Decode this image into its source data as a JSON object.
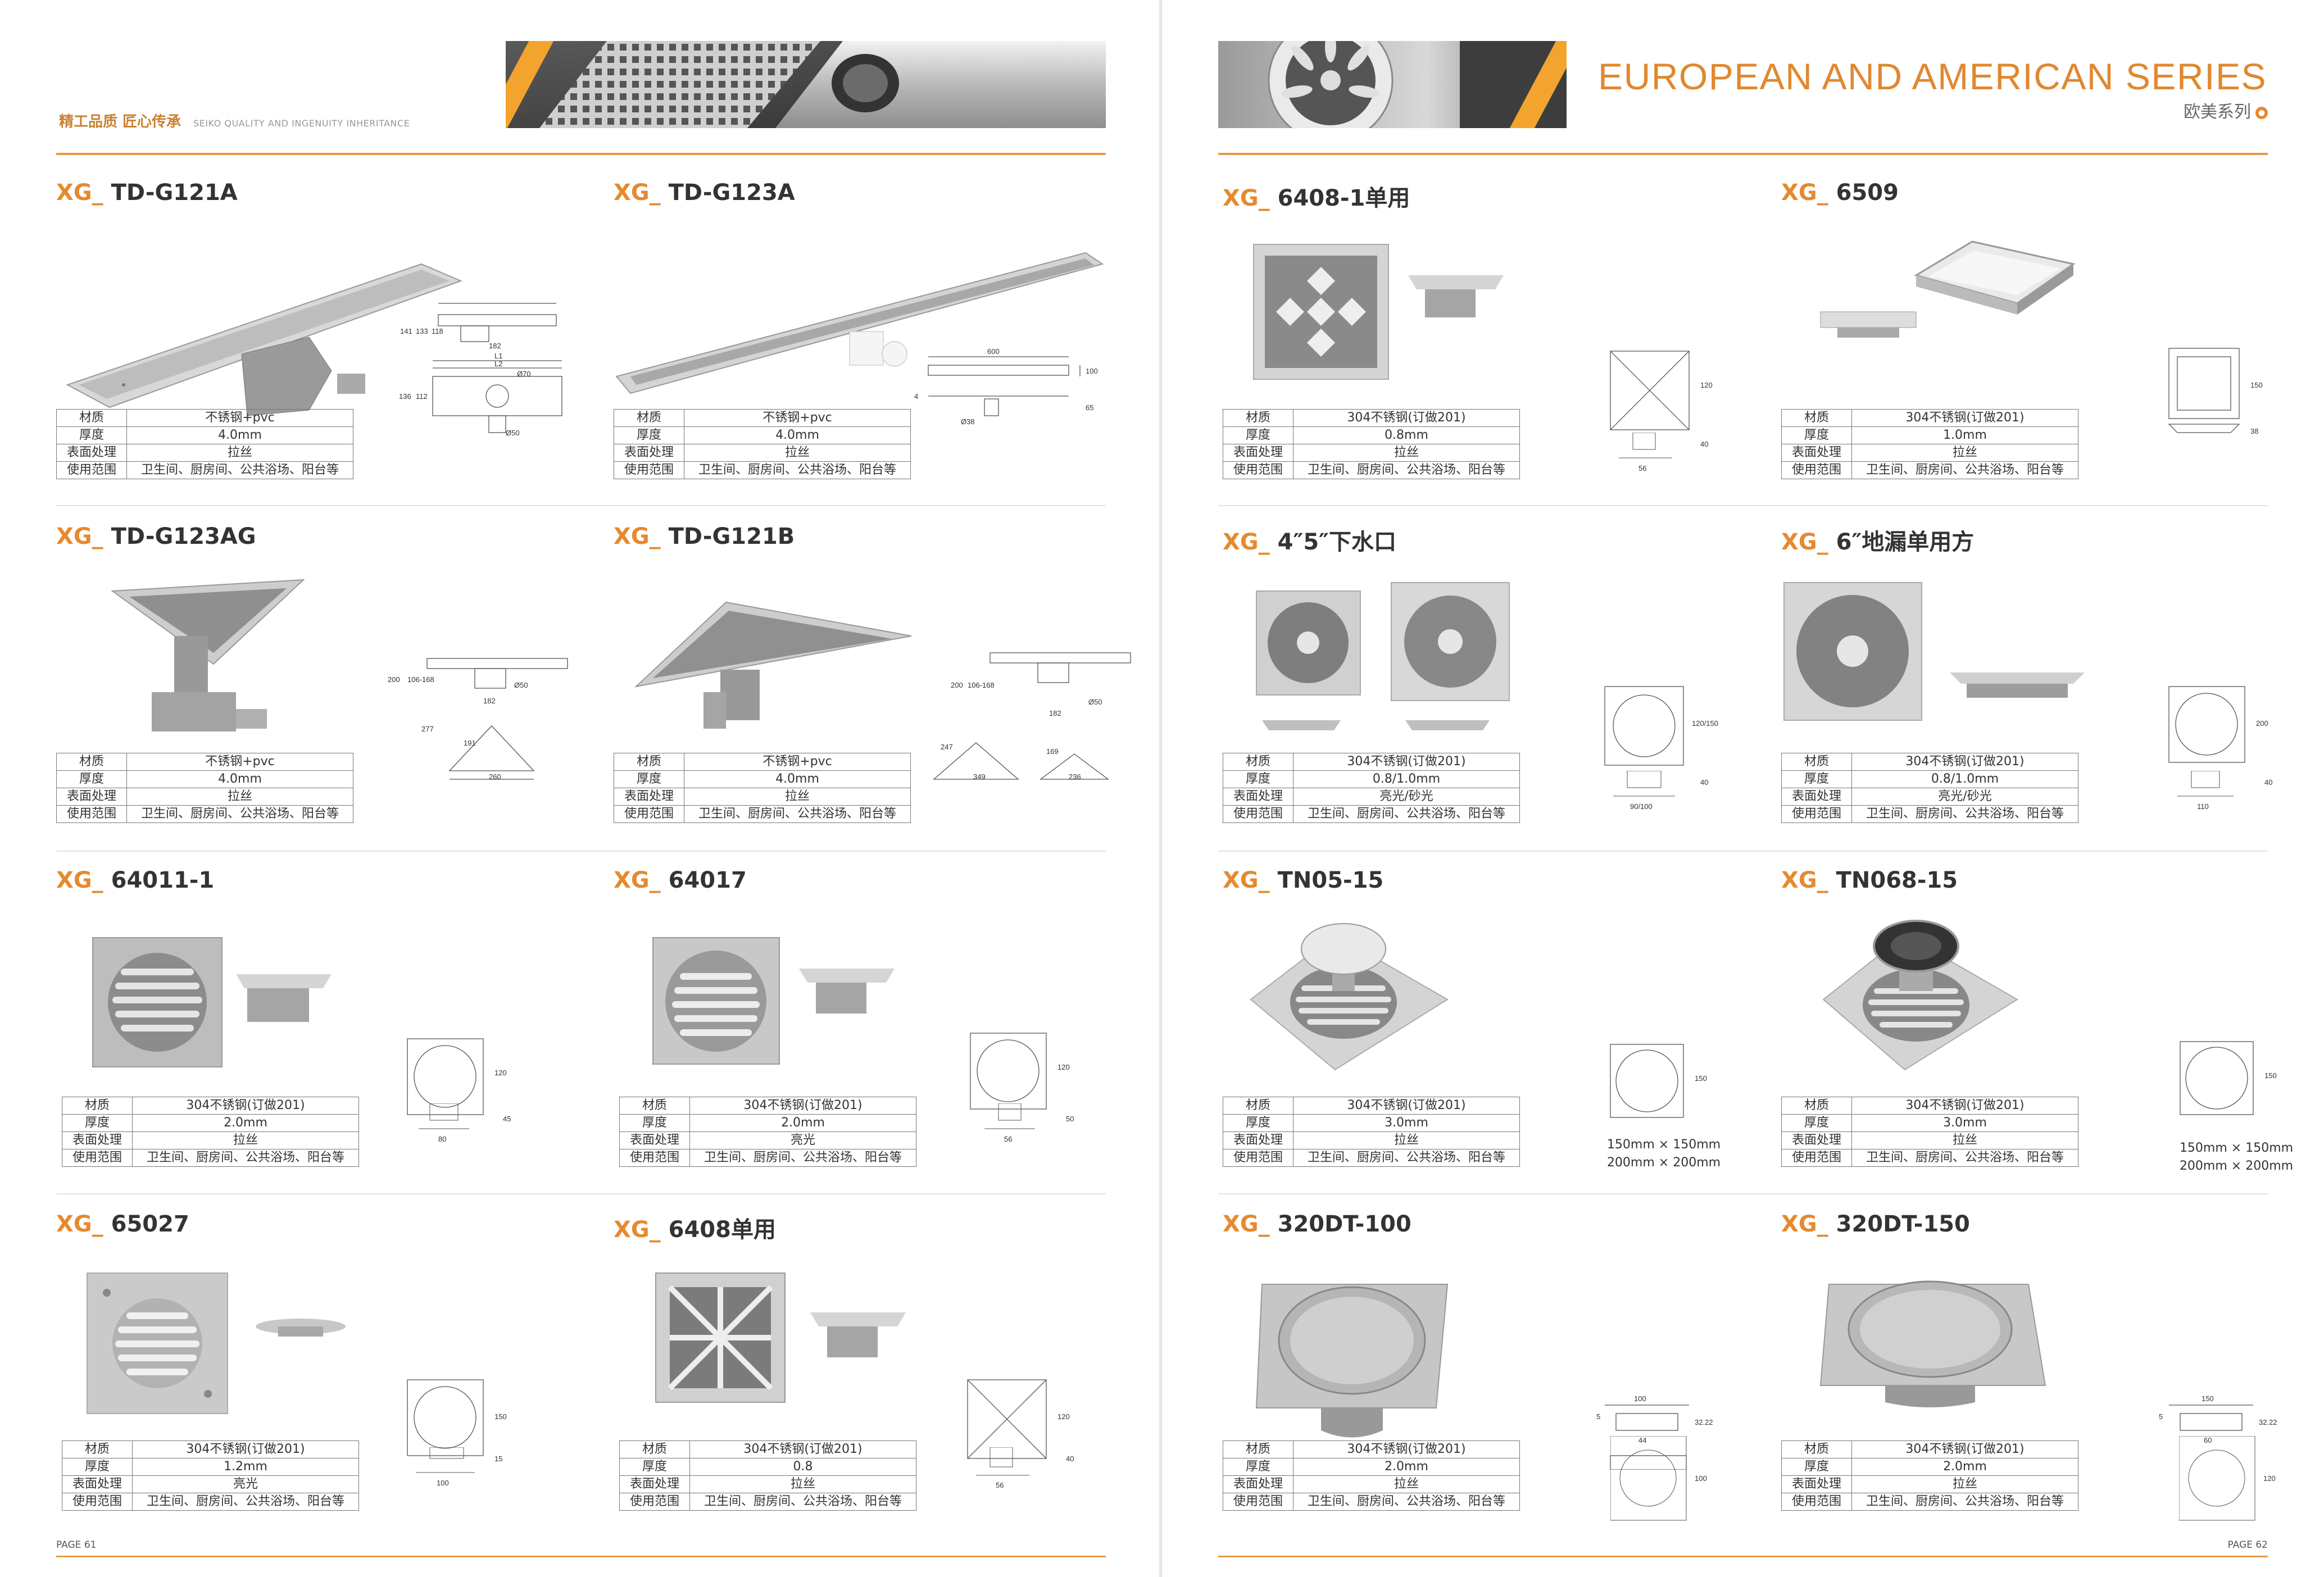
{
  "left_page": {
    "tagline_cn": "精工品质 匠心传承",
    "tagline_en": "SEIKO QUALITY AND INGENUITY INHERITANCE",
    "page_number": "PAGE 61"
  },
  "right_page": {
    "series_title": "EUROPEAN AND AMERICAN SERIES",
    "series_title_cn": "欧美系列",
    "series_dot": "●",
    "page_number": "PAGE 62"
  },
  "spec_labels": {
    "material": "材质",
    "thickness": "厚度",
    "surface": "表面处理",
    "usage": "使用范围"
  },
  "brand_prefix": "XG_",
  "products": [
    {
      "code": "TD-G121A",
      "material": "不锈钢+pvc",
      "thickness": "4.0mm",
      "surface": "拉丝",
      "usage": "卫生间、厨房间、公共浴场、阳台等",
      "dims": [
        "141",
        "133",
        "118",
        "182",
        "L1",
        "L2",
        "Ø70",
        "136",
        "112",
        "Ø50"
      ]
    },
    {
      "code": "TD-G123A",
      "material": "不锈钢+pvc",
      "thickness": "4.0mm",
      "surface": "拉丝",
      "usage": "卫生间、厨房间、公共浴场、阳台等",
      "dims": [
        "600",
        "100",
        "4",
        "65",
        "Ø38"
      ]
    },
    {
      "code": "TD-G123AG",
      "material": "不锈钢+pvc",
      "thickness": "4.0mm",
      "surface": "拉丝",
      "usage": "卫生间、厨房间、公共浴场、阳台等",
      "dims": [
        "200",
        "106-168",
        "Ø50",
        "182",
        "277",
        "191",
        "260"
      ]
    },
    {
      "code": "TD-G121B",
      "material": "不锈钢+pvc",
      "thickness": "4.0mm",
      "surface": "拉丝",
      "usage": "卫生间、厨房间、公共浴场、阳台等",
      "dims": [
        "200",
        "106-168",
        "Ø50",
        "182",
        "247",
        "349",
        "169",
        "236"
      ]
    },
    {
      "code": "64011-1",
      "material": "304不锈钢(订做201)",
      "thickness": "2.0mm",
      "surface": "拉丝",
      "usage": "卫生间、厨房间、公共浴场、阳台等",
      "dims": [
        "120",
        "45",
        "80"
      ]
    },
    {
      "code": "64017",
      "material": "304不锈钢(订做201)",
      "thickness": "2.0mm",
      "surface": "亮光",
      "usage": "卫生间、厨房间、公共浴场、阳台等",
      "dims": [
        "120",
        "50",
        "56"
      ]
    },
    {
      "code": "65027",
      "material": "304不锈钢(订做201)",
      "thickness": "1.2mm",
      "surface": "亮光",
      "usage": "卫生间、厨房间、公共浴场、阳台等",
      "dims": [
        "150",
        "15",
        "100"
      ]
    },
    {
      "code": "6408单用",
      "material": "304不锈钢(订做201)",
      "thickness": "0.8",
      "surface": "拉丝",
      "usage": "卫生间、厨房间、公共浴场、阳台等",
      "dims": [
        "120",
        "40",
        "56"
      ]
    },
    {
      "code": "6408-1单用",
      "material": "304不锈钢(订做201)",
      "thickness": "0.8mm",
      "surface": "拉丝",
      "usage": "卫生间、厨房间、公共浴场、阳台等",
      "dims": [
        "120",
        "40",
        "56"
      ]
    },
    {
      "code": "6509",
      "material": "304不锈钢(订做201)",
      "thickness": "1.0mm",
      "surface": "拉丝",
      "usage": "卫生间、厨房间、公共浴场、阳台等",
      "dims": [
        "150",
        "38"
      ]
    },
    {
      "code": "4″5″下水口",
      "material": "304不锈钢(订做201)",
      "thickness": "0.8/1.0mm",
      "surface": "亮光/砂光",
      "usage": "卫生间、厨房间、公共浴场、阳台等",
      "dims": [
        "120/150",
        "40",
        "90/100"
      ]
    },
    {
      "code": "6″地漏单用方",
      "material": "304不锈钢(订做201)",
      "thickness": "0.8/1.0mm",
      "surface": "亮光/砂光",
      "usage": "卫生间、厨房间、公共浴场、阳台等",
      "dims": [
        "200",
        "40",
        "110"
      ]
    },
    {
      "code": "TN05-15",
      "material": "304不锈钢(订做201)",
      "thickness": "3.0mm",
      "surface": "拉丝",
      "usage": "卫生间、厨房间、公共浴场、阳台等",
      "dims": [
        "150"
      ],
      "size_notes": [
        "150mm × 150mm",
        "200mm × 200mm"
      ]
    },
    {
      "code": "TN068-15",
      "material": "304不锈钢(订做201)",
      "thickness": "3.0mm",
      "surface": "拉丝",
      "usage": "卫生间、厨房间、公共浴场、阳台等",
      "dims": [
        "150"
      ],
      "size_notes": [
        "150mm × 150mm",
        "200mm × 200mm"
      ]
    },
    {
      "code": "320DT-100",
      "material": "304不锈钢(订做201)",
      "thickness": "2.0mm",
      "surface": "拉丝",
      "usage": "卫生间、厨房间、公共浴场、阳台等",
      "dims": [
        "100",
        "5",
        "32.22",
        "44",
        "100"
      ]
    },
    {
      "code": "320DT-150",
      "material": "304不锈钢(订做201)",
      "thickness": "2.0mm",
      "surface": "拉丝",
      "usage": "卫生间、厨房间、公共浴场、阳台等",
      "dims": [
        "150",
        "5",
        "32.22",
        "60",
        "120"
      ]
    }
  ]
}
